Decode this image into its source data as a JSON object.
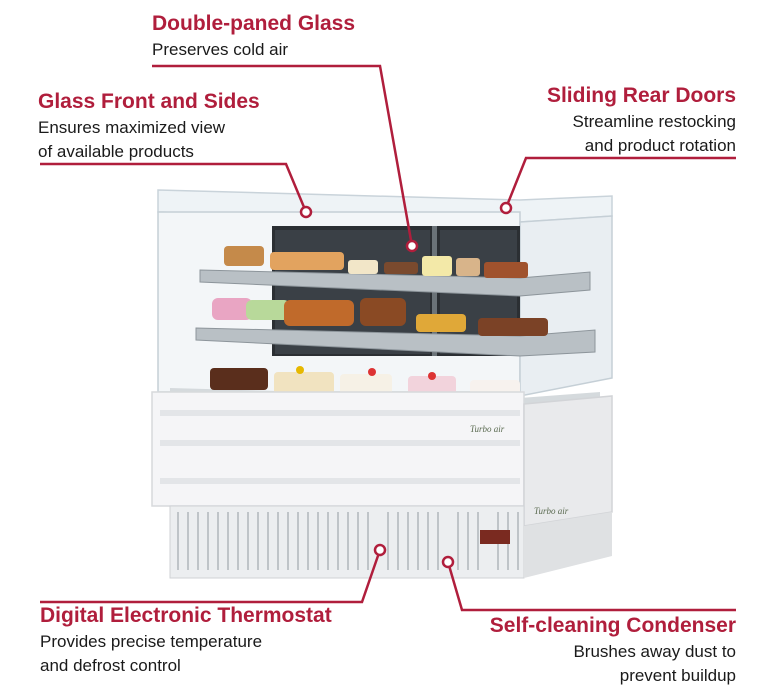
{
  "callouts": {
    "double_glass": {
      "title": "Double-paned Glass",
      "text": [
        "Preserves cold air"
      ]
    },
    "glass_front": {
      "title": "Glass Front and Sides",
      "text": [
        "Ensures maximized view",
        "of available products"
      ]
    },
    "sliding_doors": {
      "title": "Sliding Rear Doors",
      "text": [
        "Streamline restocking",
        "and product rotation"
      ]
    },
    "thermostat": {
      "title": "Digital Electronic Thermostat",
      "text": [
        "Provides precise temperature",
        "and defrost control"
      ]
    },
    "condenser": {
      "title": "Self-cleaning Condenser",
      "text": [
        "Brushes away dust to",
        "prevent buildup"
      ]
    }
  },
  "brand_logo": "Turbo air",
  "colors": {
    "accent": "#b01e3c",
    "text": "#1a1a1a",
    "cabinet": "#f4f4f6",
    "glass": "#e9eef2"
  }
}
